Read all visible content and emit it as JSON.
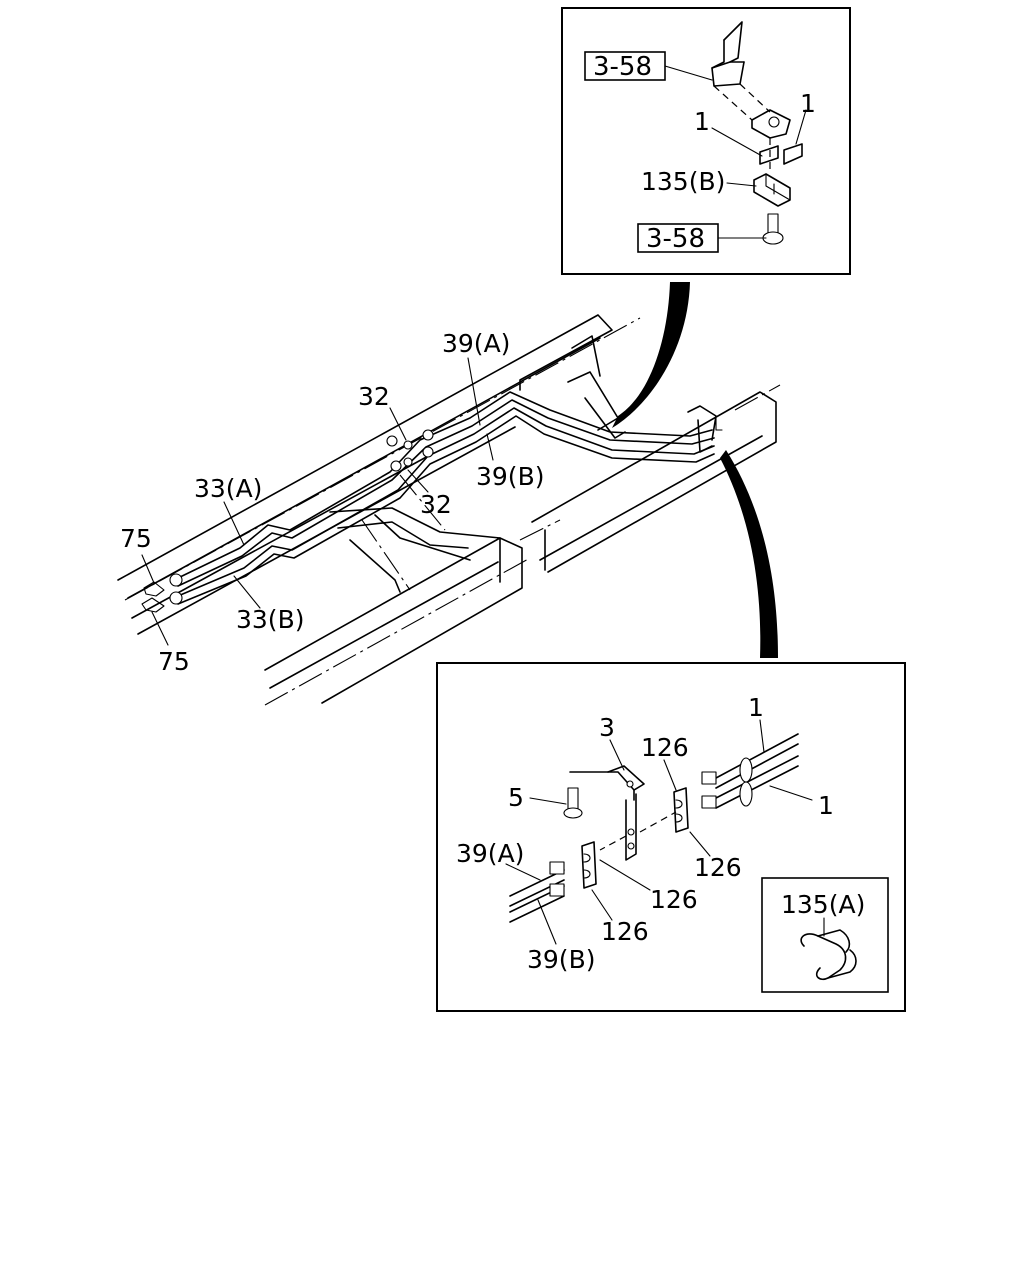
{
  "callouts": {
    "inset_top": {
      "ref_upper": "3-58",
      "ref_lower": "3-58",
      "part_1a": "1",
      "part_1b": "1",
      "part_135b": "135(B)"
    },
    "main": {
      "part_39a": "39(A)",
      "part_39b": "39(B)",
      "part_32a": "32",
      "part_32b": "32",
      "part_33a": "33(A)",
      "part_33b": "33(B)",
      "part_75a": "75",
      "part_75b": "75"
    },
    "inset_bottom": {
      "part_3": "3",
      "part_5": "5",
      "part_126a": "126",
      "part_126b": "126",
      "part_126c": "126",
      "part_126d": "126",
      "part_1a": "1",
      "part_1b": "1",
      "part_39a": "39(A)",
      "part_39b": "39(B)",
      "part_135a": "135(A)"
    }
  },
  "icons": [
    "bracket-icon",
    "bolt-icon",
    "clip-icon",
    "pipe-icon",
    "frame-rail-icon"
  ]
}
